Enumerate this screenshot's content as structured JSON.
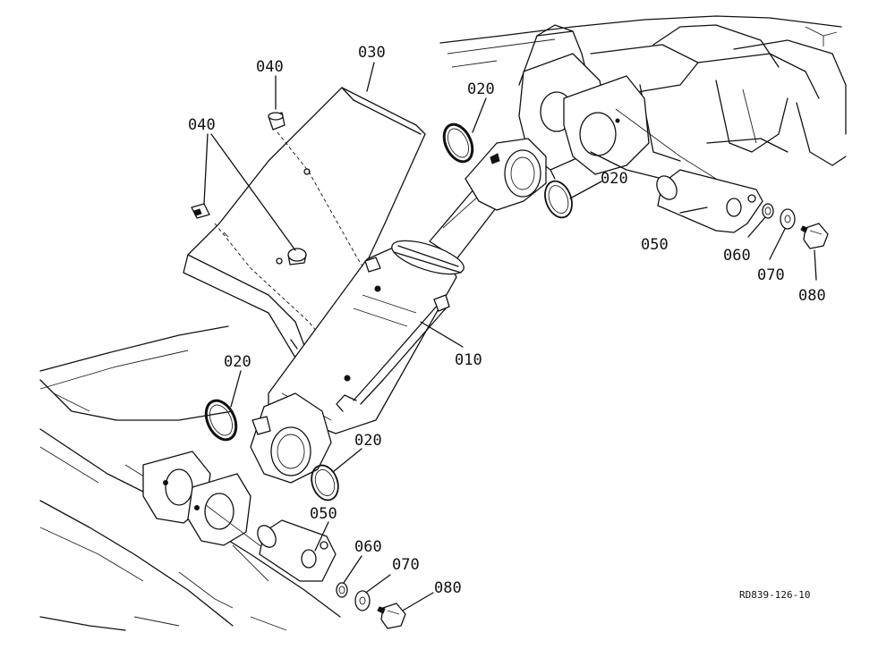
{
  "diagram": {
    "labels": {
      "p010": "010",
      "p020a": "020",
      "p020b": "020",
      "p020c": "020",
      "p020d": "020",
      "p030": "030",
      "p040a": "040",
      "p040b": "040",
      "p050a": "050",
      "p050b": "050",
      "p060a": "060",
      "p060b": "060",
      "p070a": "070",
      "p070b": "070",
      "p080a": "080",
      "p080b": "080"
    },
    "reference_code": "RD839-126-10"
  }
}
